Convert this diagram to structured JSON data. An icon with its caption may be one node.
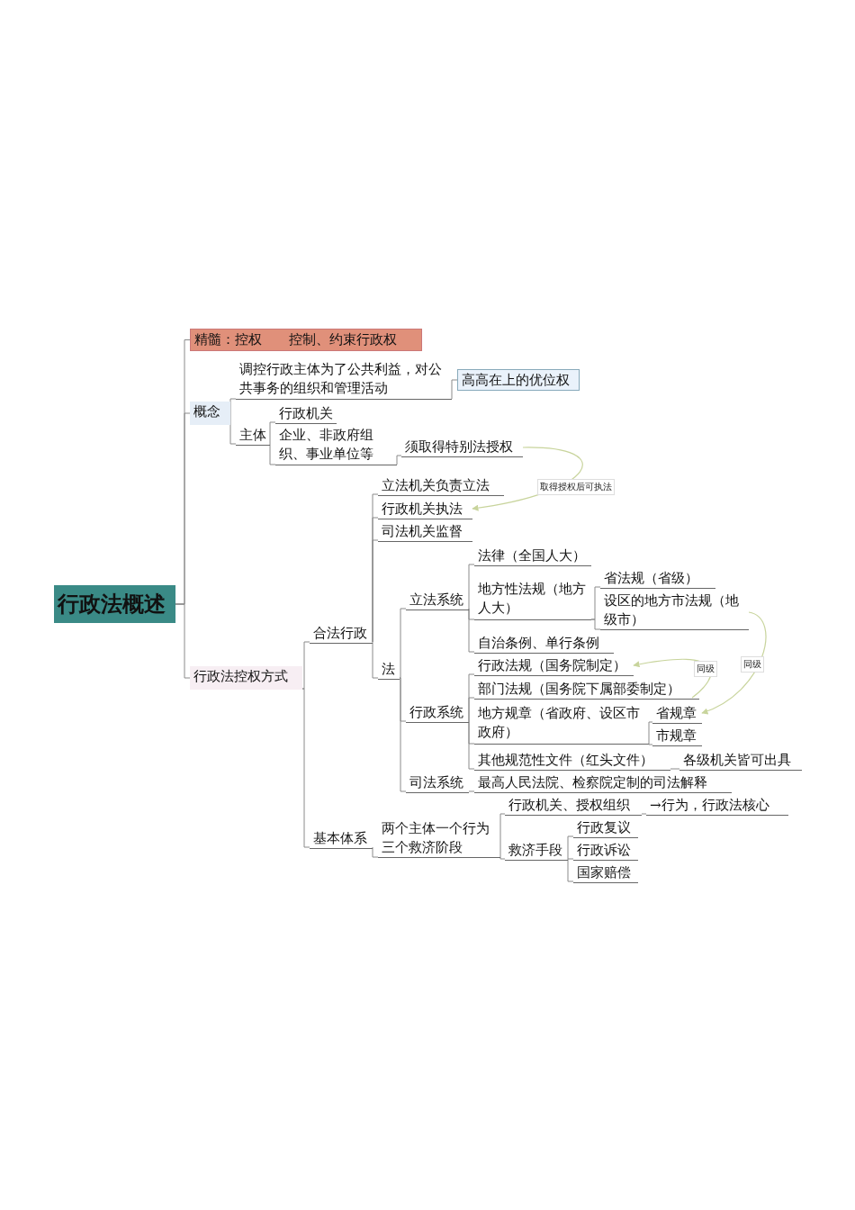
{
  "diagram": {
    "nodes": [
      {
        "text": [
          "行政法概述"
        ]
      },
      {
        "text": [
          "精髓：控权　　控制、约束行政权"
        ]
      },
      {
        "text": [
          "概念"
        ]
      },
      {
        "text": [
          "调控行政主体为了公共利益，对公共事务的组织和管理活动"
        ]
      },
      {
        "text": [
          "高高在上的优位权"
        ]
      },
      {
        "text": [
          "主体"
        ]
      },
      {
        "text": [
          "行政机关"
        ]
      },
      {
        "text": [
          "企业、非政府组织、事业单位等"
        ]
      },
      {
        "text": [
          "须取得特别法授权"
        ]
      },
      {
        "text": [
          "行政法控权方式"
        ]
      },
      {
        "text": [
          "合法行政"
        ]
      },
      {
        "text": [
          "立法机关负责立法"
        ]
      },
      {
        "text": [
          "行政机关执法"
        ]
      },
      {
        "text": [
          "司法机关监督"
        ]
      },
      {
        "text": [
          "法"
        ]
      },
      {
        "text": [
          "立法系统"
        ]
      },
      {
        "text": [
          "法律（全国人大）"
        ]
      },
      {
        "text": [
          "地方性法规（地方人大）"
        ]
      },
      {
        "text": [
          "省法规（省级）"
        ]
      },
      {
        "text": [
          "设区的地方市法规（地级市）"
        ]
      },
      {
        "text": [
          "自治条例、单行条例"
        ]
      },
      {
        "text": [
          "行政系统"
        ]
      },
      {
        "text": [
          "行政法规（国务院制定）"
        ]
      },
      {
        "text": [
          "部门法规（国务院下属部委制定）"
        ]
      },
      {
        "text": [
          "地方规章（省政府、设区市政府）"
        ]
      },
      {
        "text": [
          "省规章"
        ]
      },
      {
        "text": [
          "市规章"
        ]
      },
      {
        "text": [
          "其他规范性文件（红头文件）"
        ]
      },
      {
        "text": [
          "各级机关皆可出具"
        ]
      },
      {
        "text": [
          "司法系统"
        ]
      },
      {
        "text": [
          "最高人民法院、检察院定制的司法解释"
        ]
      },
      {
        "text": [
          "基本体系"
        ]
      },
      {
        "text": [
          "两个主体一个行为三个救济阶段"
        ]
      },
      {
        "text": [
          "行政机关、授权组织"
        ]
      },
      {
        "text": [
          "→行为，行政法核心"
        ]
      },
      {
        "text": [
          "救济手段"
        ]
      },
      {
        "text": [
          "行政复议"
        ]
      },
      {
        "text": [
          "行政诉讼"
        ]
      },
      {
        "text": [
          "国家赔偿"
        ]
      }
    ],
    "edges": [
      {
        "from": 0,
        "to": 1,
        "arrow": "none"
      },
      {
        "from": 0,
        "to": 2,
        "arrow": "none"
      },
      {
        "from": 0,
        "to": 9,
        "arrow": "none"
      },
      {
        "from": 2,
        "to": 3,
        "arrow": "none"
      },
      {
        "from": 2,
        "to": 5,
        "arrow": "none"
      },
      {
        "from": 3,
        "to": 4,
        "arrow": "none"
      },
      {
        "from": 5,
        "to": 6,
        "arrow": "none"
      },
      {
        "from": 5,
        "to": 7,
        "arrow": "none"
      },
      {
        "from": 7,
        "to": 8,
        "arrow": "none"
      },
      {
        "from": 9,
        "to": 10,
        "arrow": "none"
      },
      {
        "from": 9,
        "to": 31,
        "arrow": "none"
      },
      {
        "from": 10,
        "to": 11,
        "arrow": "none"
      },
      {
        "from": 10,
        "to": 12,
        "arrow": "none"
      },
      {
        "from": 10,
        "to": 13,
        "arrow": "none"
      },
      {
        "from": 10,
        "to": 14,
        "arrow": "none"
      },
      {
        "from": 14,
        "to": 15,
        "arrow": "none"
      },
      {
        "from": 14,
        "to": 21,
        "arrow": "none"
      },
      {
        "from": 14,
        "to": 29,
        "arrow": "none"
      },
      {
        "from": 15,
        "to": 16,
        "arrow": "none"
      },
      {
        "from": 15,
        "to": 17,
        "arrow": "none"
      },
      {
        "from": 15,
        "to": 20,
        "arrow": "none"
      },
      {
        "from": 17,
        "to": 18,
        "arrow": "none"
      },
      {
        "from": 17,
        "to": 19,
        "arrow": "none"
      },
      {
        "from": 21,
        "to": 22,
        "arrow": "none"
      },
      {
        "from": 21,
        "to": 23,
        "arrow": "none"
      },
      {
        "from": 21,
        "to": 24,
        "arrow": "none"
      },
      {
        "from": 21,
        "to": 27,
        "arrow": "none"
      },
      {
        "from": 24,
        "to": 25,
        "arrow": "none"
      },
      {
        "from": 24,
        "to": 26,
        "arrow": "none"
      },
      {
        "from": 27,
        "to": 28,
        "arrow": "none"
      },
      {
        "from": 29,
        "to": 30,
        "arrow": "none"
      },
      {
        "from": 31,
        "to": 32,
        "arrow": "none"
      },
      {
        "from": 32,
        "to": 33,
        "arrow": "none"
      },
      {
        "from": 32,
        "to": 35,
        "arrow": "none"
      },
      {
        "from": 33,
        "to": 34,
        "arrow": "none"
      },
      {
        "from": 35,
        "to": 36,
        "arrow": "none"
      },
      {
        "from": 35,
        "to": 37,
        "arrow": "none"
      },
      {
        "from": 35,
        "to": 38,
        "arrow": "none"
      },
      {
        "from": 8,
        "to": 12,
        "arrow": "to",
        "label": "取得授权后可执法",
        "color": "#c8d49c"
      },
      {
        "from": 23,
        "to": 22,
        "arrow": "to",
        "label": "同级",
        "color": "#c8d49c"
      },
      {
        "from": 19,
        "to": 25,
        "arrow": "to",
        "label": "同级",
        "color": "#c8d49c"
      }
    ]
  }
}
